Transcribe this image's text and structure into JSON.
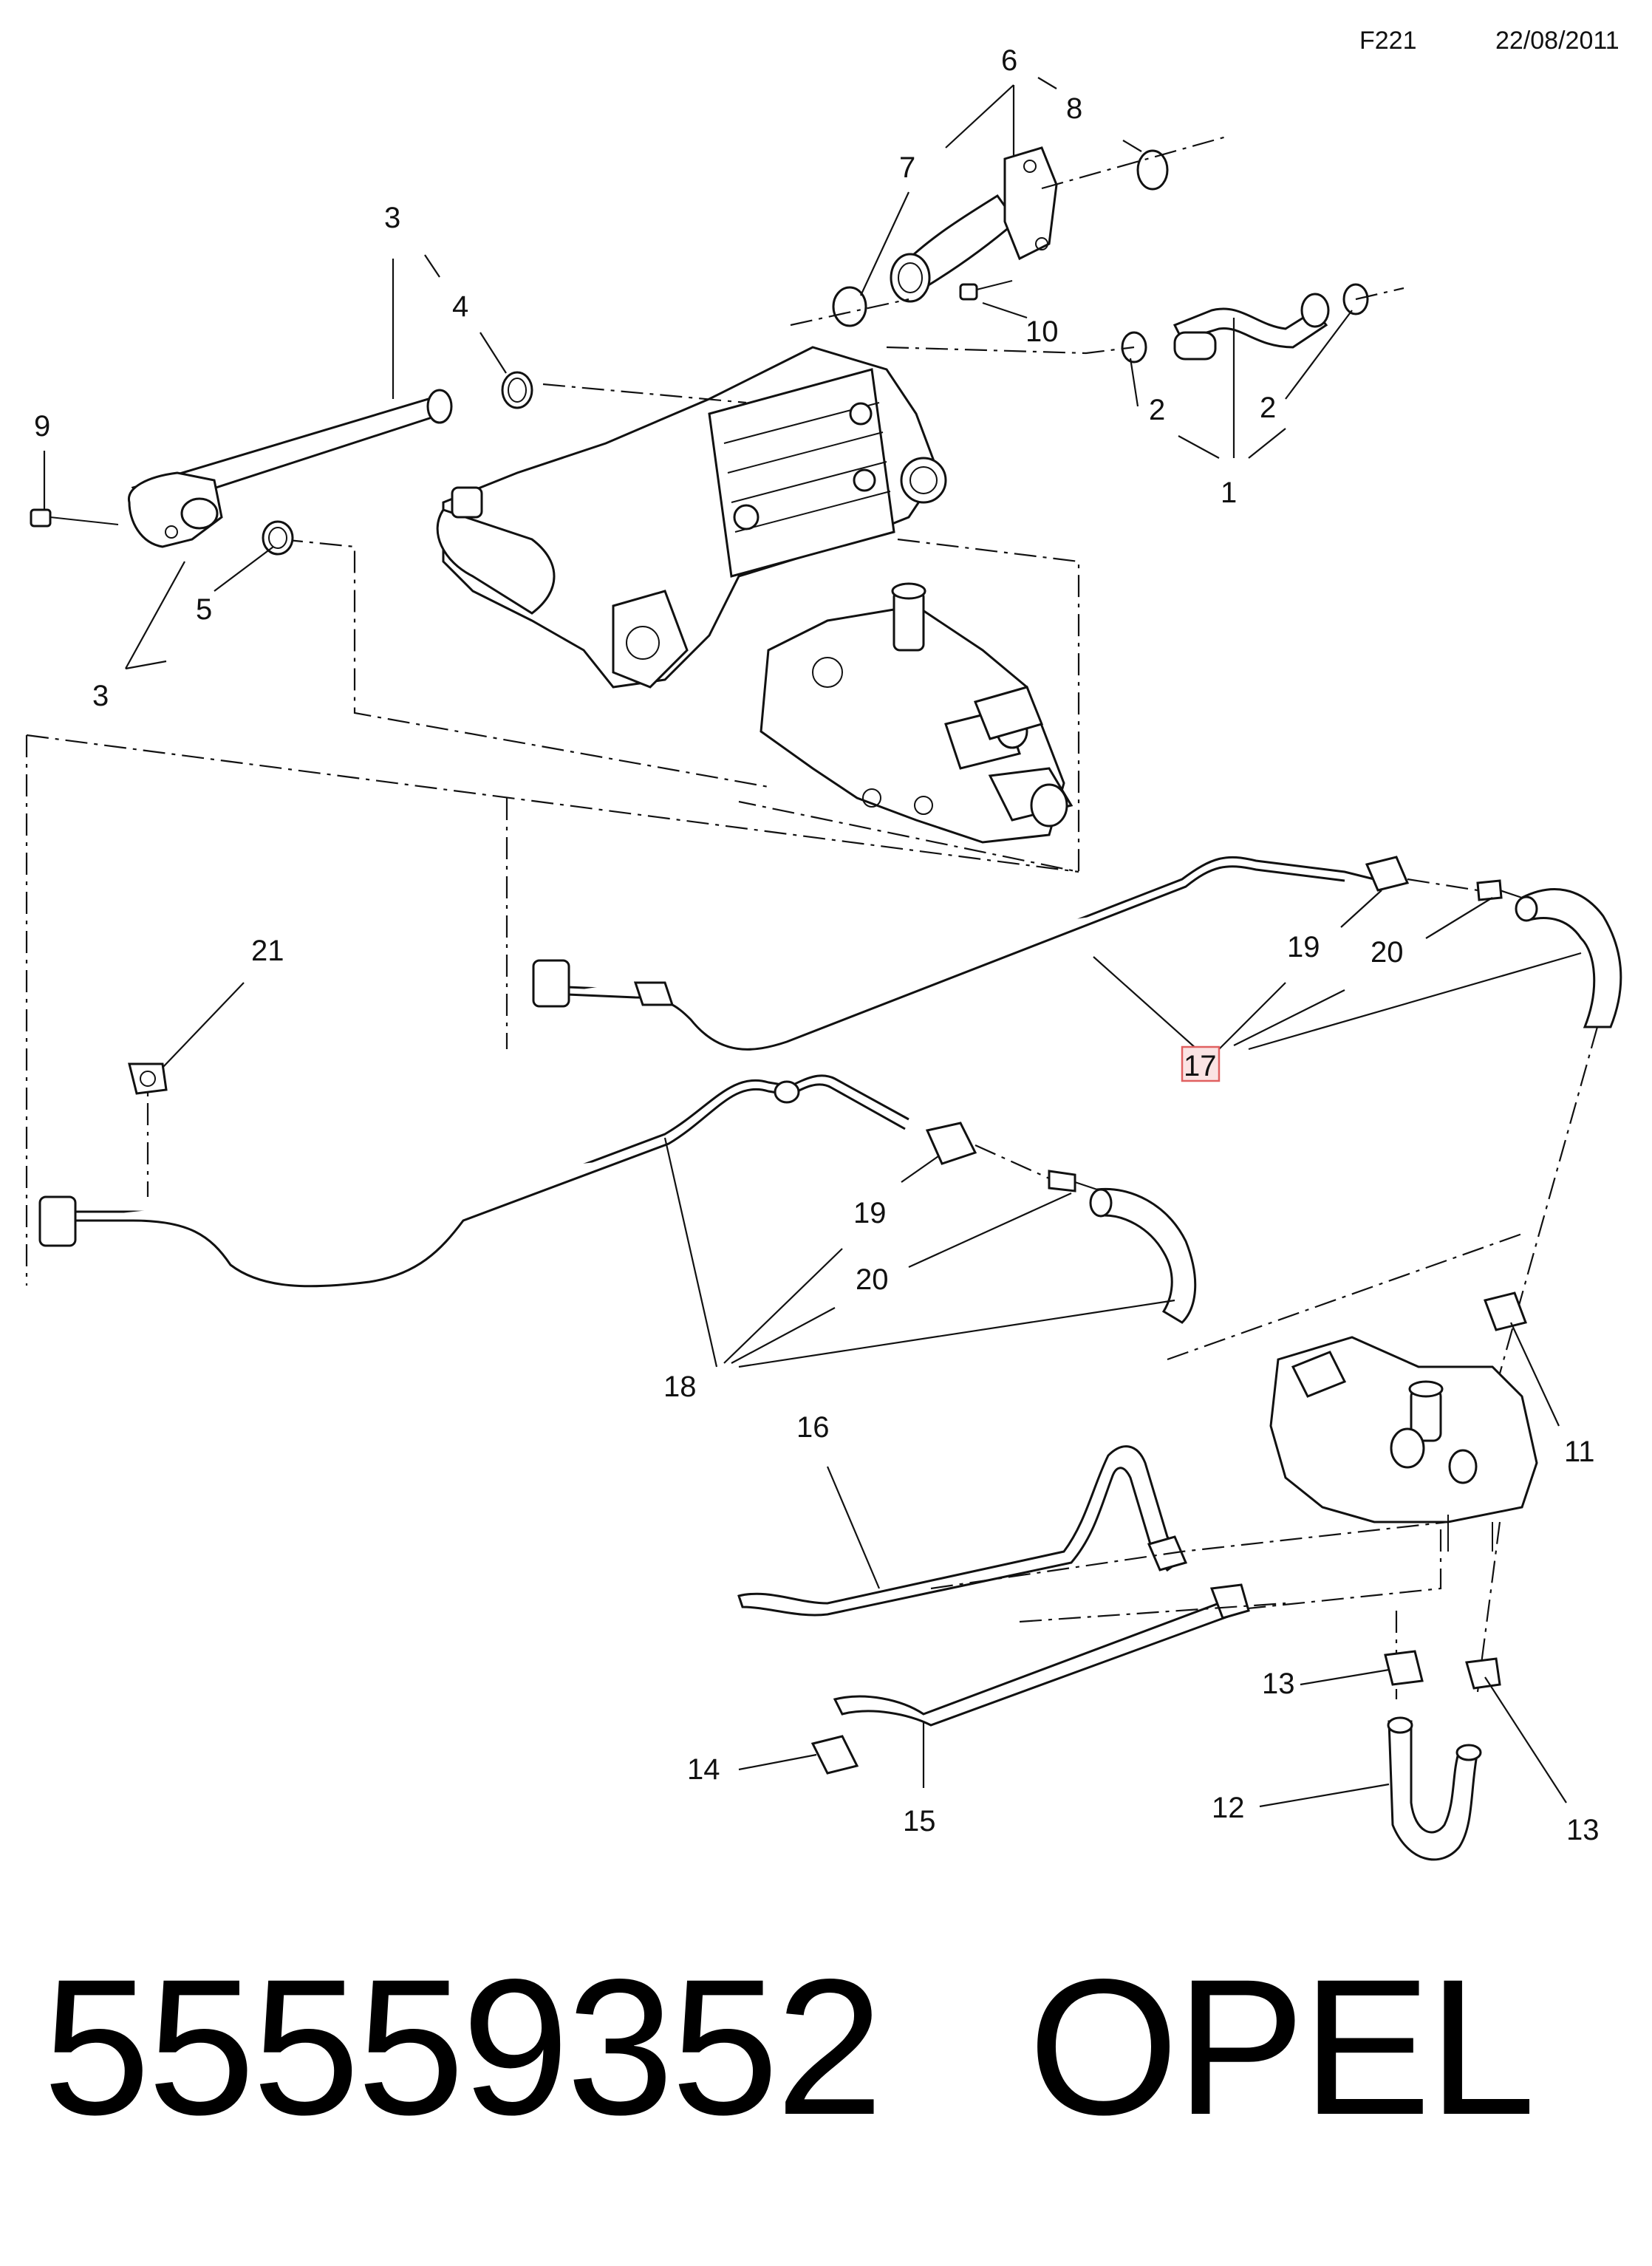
{
  "header": {
    "code": "F221",
    "date": "22/08/2011"
  },
  "callouts": [
    {
      "id": "c1",
      "text": "1"
    },
    {
      "id": "c2a",
      "text": "2"
    },
    {
      "id": "c2b",
      "text": "2"
    },
    {
      "id": "c3a",
      "text": "3"
    },
    {
      "id": "c3b",
      "text": "3"
    },
    {
      "id": "c4",
      "text": "4"
    },
    {
      "id": "c5",
      "text": "5"
    },
    {
      "id": "c6",
      "text": "6"
    },
    {
      "id": "c7",
      "text": "7"
    },
    {
      "id": "c8",
      "text": "8"
    },
    {
      "id": "c9",
      "text": "9"
    },
    {
      "id": "c10",
      "text": "10"
    },
    {
      "id": "c11",
      "text": "11"
    },
    {
      "id": "c12",
      "text": "12"
    },
    {
      "id": "c13a",
      "text": "13"
    },
    {
      "id": "c13b",
      "text": "13"
    },
    {
      "id": "c14",
      "text": "14"
    },
    {
      "id": "c15",
      "text": "15"
    },
    {
      "id": "c16",
      "text": "16"
    },
    {
      "id": "c17",
      "text": "17"
    },
    {
      "id": "c18",
      "text": "18"
    },
    {
      "id": "c19a",
      "text": "19"
    },
    {
      "id": "c19b",
      "text": "19"
    },
    {
      "id": "c20a",
      "text": "20"
    },
    {
      "id": "c20b",
      "text": "20"
    },
    {
      "id": "c21",
      "text": "21"
    }
  ],
  "highlight": {
    "callout": "17",
    "color": "#e06060",
    "fill": "#fbe3e3"
  },
  "footer": {
    "part_number": "55559352",
    "brand": "OPEL"
  }
}
